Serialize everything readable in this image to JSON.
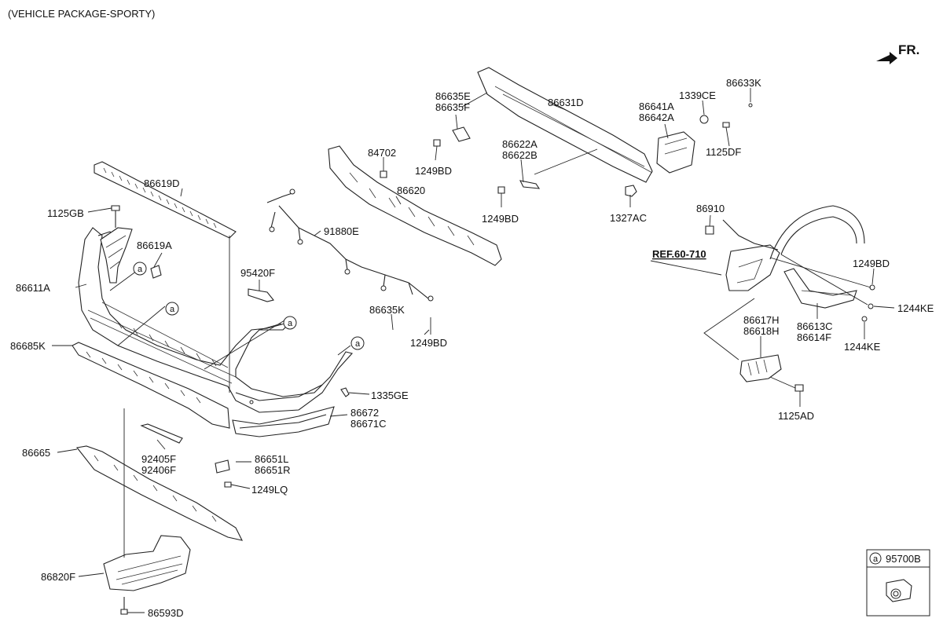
{
  "header": {
    "title": "(VEHICLE PACKAGE-SPORTY)",
    "direction": "FR.",
    "reference": "REF.60-710"
  },
  "callout_marker": "a",
  "legend_box": {
    "marker": "a",
    "part": "95700B"
  },
  "parts": {
    "p86619D": "86619D",
    "p1125GB": "1125GB",
    "p86619A": "86619A",
    "p86611A": "86611A",
    "p86685K": "86685K",
    "p86665": "86665",
    "p86820F": "86820F",
    "p86593D": "86593D",
    "p92405F": "92405F",
    "p92406F": "92406F",
    "p86651L": "86651L",
    "p86651R": "86651R",
    "p1249LQ": "1249LQ",
    "p95420F": "95420F",
    "p91880E": "91880E",
    "p86635K": "86635K",
    "p1249BD_a": "1249BD",
    "p1335GE": "1335GE",
    "p86672": "86672",
    "p86671C": "86671C",
    "p84702": "84702",
    "p86620": "86620",
    "p86635E": "86635E",
    "p86635F": "86635F",
    "p1249BD_b": "1249BD",
    "p86631D": "86631D",
    "p86622A": "86622A",
    "p86622B": "86622B",
    "p1249BD_c": "1249BD",
    "p1327AC": "1327AC",
    "p86641A": "86641A",
    "p86642A": "86642A",
    "p1339CE": "1339CE",
    "p86633K": "86633K",
    "p1125DF": "1125DF",
    "p86910": "86910",
    "p1249BD_d": "1249BD",
    "p1244KE_a": "1244KE",
    "p1244KE_b": "1244KE",
    "p86613C": "86613C",
    "p86614F": "86614F",
    "p86617H": "86617H",
    "p86618H": "86618H",
    "p1125AD": "1125AD"
  }
}
